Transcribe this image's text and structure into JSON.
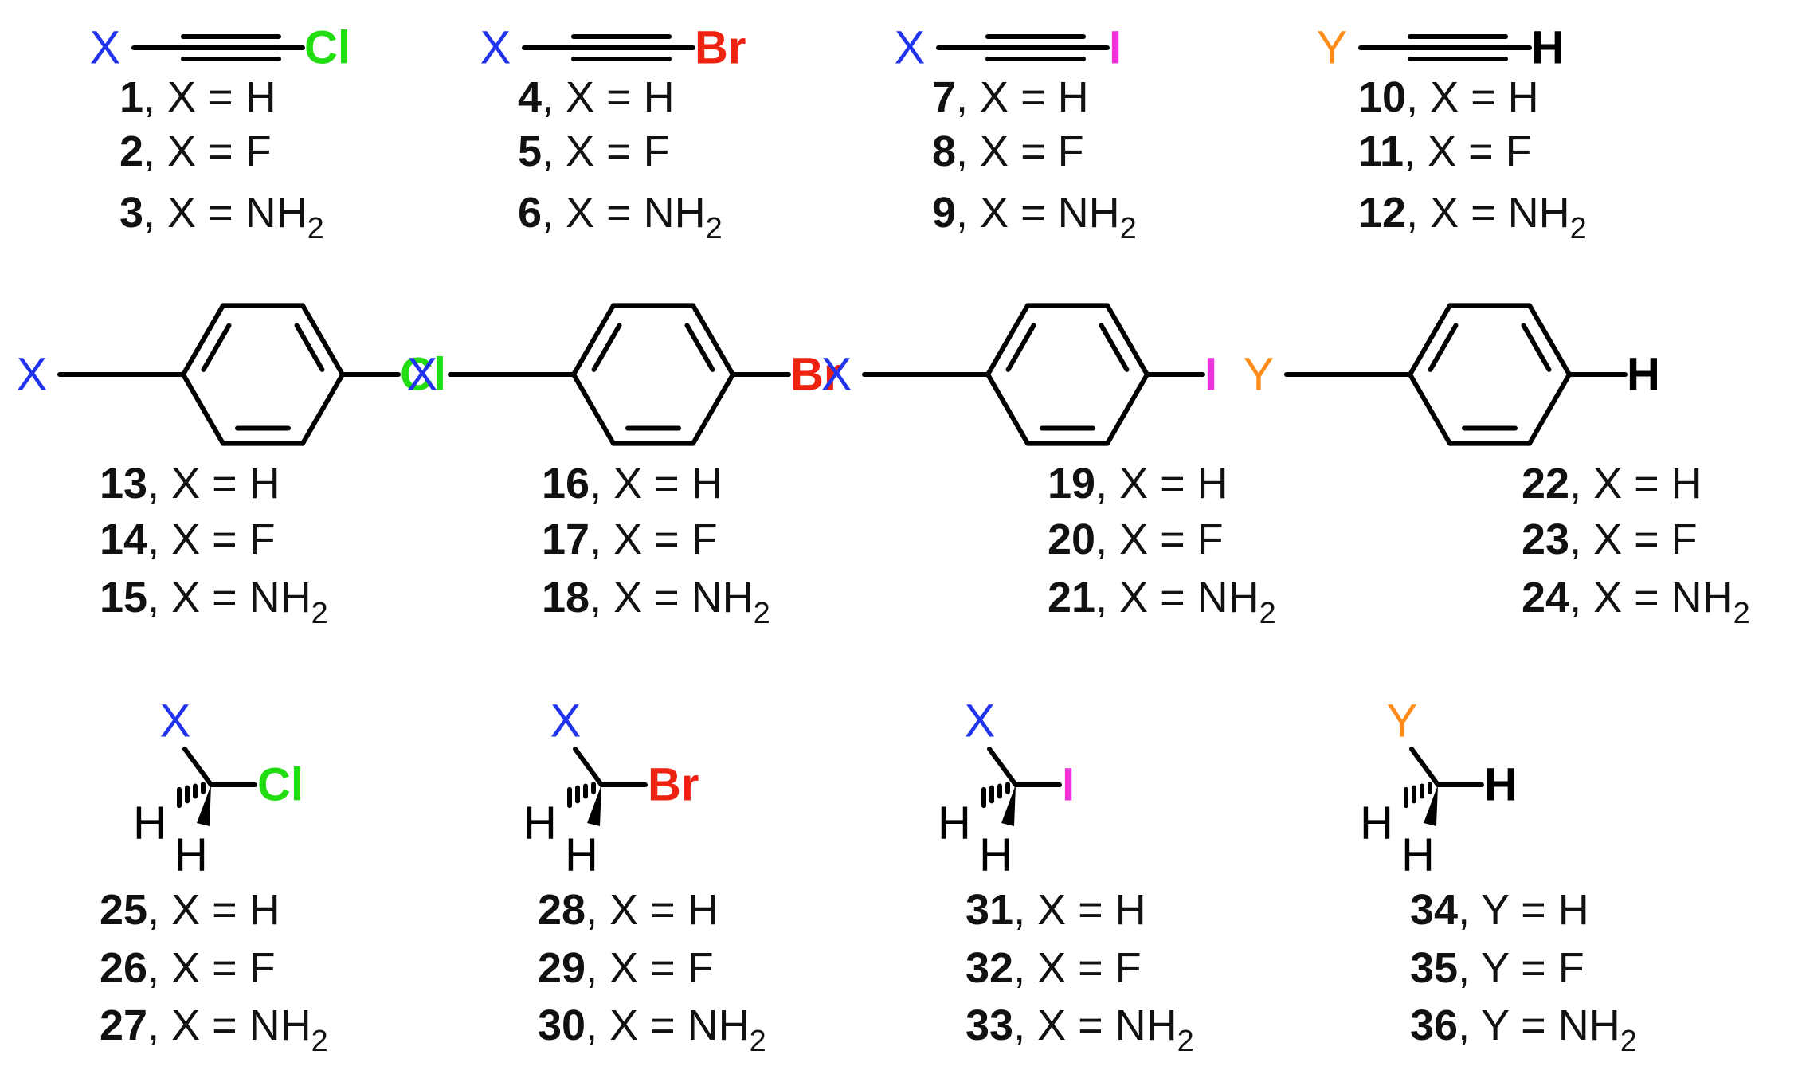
{
  "colors": {
    "X": "#2233ee",
    "Y": "#ff8c1a",
    "Cl": "#22dd11",
    "Br": "#ee2211",
    "I": "#ee33dd",
    "H": "#000000",
    "text": "#111111"
  },
  "rows": [
    {
      "scaffold": "alkyne",
      "molecules": [
        {
          "sub": "X",
          "halogen": "Cl",
          "compounds": [
            {
              "num": "1",
              "text": ", X = H"
            },
            {
              "num": "2",
              "text": ", X = F"
            },
            {
              "num": "3",
              "text": ", X = NH",
              "subscript": "2"
            }
          ]
        },
        {
          "sub": "X",
          "halogen": "Br",
          "compounds": [
            {
              "num": "4",
              "text": ", X = H"
            },
            {
              "num": "5",
              "text": ", X = F"
            },
            {
              "num": "6",
              "text": ", X = NH",
              "subscript": "2"
            }
          ]
        },
        {
          "sub": "X",
          "halogen": "I",
          "compounds": [
            {
              "num": "7",
              "text": ", X = H"
            },
            {
              "num": "8",
              "text": ", X = F"
            },
            {
              "num": "9",
              "text": ", X = NH",
              "subscript": "2"
            }
          ]
        },
        {
          "sub": "Y",
          "halogen": "H",
          "compounds": [
            {
              "num": "10",
              "text": ", X = H"
            },
            {
              "num": "11",
              "text": ", X = F"
            },
            {
              "num": "12",
              "text": ", X = NH",
              "subscript": "2"
            }
          ]
        }
      ]
    },
    {
      "scaffold": "benzene",
      "molecules": [
        {
          "sub": "X",
          "halogen": "Cl",
          "compounds": [
            {
              "num": "13",
              "text": ", X = H"
            },
            {
              "num": "14",
              "text": ", X = F"
            },
            {
              "num": "15",
              "text": ", X = NH",
              "subscript": "2"
            }
          ]
        },
        {
          "sub": "X",
          "halogen": "Br",
          "compounds": [
            {
              "num": "16",
              "text": ", X = H"
            },
            {
              "num": "17",
              "text": ", X = F"
            },
            {
              "num": "18",
              "text": ", X = NH",
              "subscript": "2"
            }
          ]
        },
        {
          "sub": "X",
          "halogen": "I",
          "compounds": [
            {
              "num": "19",
              "text": ", X = H"
            },
            {
              "num": "20",
              "text": ", X = F"
            },
            {
              "num": "21",
              "text": ", X = NH",
              "subscript": "2"
            }
          ]
        },
        {
          "sub": "Y",
          "halogen": "H",
          "compounds": [
            {
              "num": "22",
              "text": ", X = H"
            },
            {
              "num": "23",
              "text": ", X = F"
            },
            {
              "num": "24",
              "text": ", X = NH",
              "subscript": "2"
            }
          ]
        }
      ]
    },
    {
      "scaffold": "methane",
      "molecules": [
        {
          "sub": "X",
          "halogen": "Cl",
          "hydrogens": [
            "H",
            "H"
          ],
          "compounds": [
            {
              "num": "25",
              "text": ", X = H"
            },
            {
              "num": "26",
              "text": ", X = F"
            },
            {
              "num": "27",
              "text": ", X = NH",
              "subscript": "2"
            }
          ]
        },
        {
          "sub": "X",
          "halogen": "Br",
          "hydrogens": [
            "H",
            "H"
          ],
          "compounds": [
            {
              "num": "28",
              "text": ", X = H"
            },
            {
              "num": "29",
              "text": ", X = F"
            },
            {
              "num": "30",
              "text": ", X = NH",
              "subscript": "2"
            }
          ]
        },
        {
          "sub": "X",
          "halogen": "I",
          "hydrogens": [
            "H",
            "H"
          ],
          "compounds": [
            {
              "num": "31",
              "text": ", X = H"
            },
            {
              "num": "32",
              "text": ", X = F"
            },
            {
              "num": "33",
              "text": ", X = NH",
              "subscript": "2"
            }
          ]
        },
        {
          "sub": "Y",
          "halogen": "H",
          "hydrogens": [
            "H",
            "H"
          ],
          "compounds": [
            {
              "num": "34",
              "text": ", Y = H"
            },
            {
              "num": "35",
              "text": ", Y = F"
            },
            {
              "num": "36",
              "text": ", Y = NH",
              "subscript": "2"
            }
          ]
        }
      ]
    }
  ]
}
